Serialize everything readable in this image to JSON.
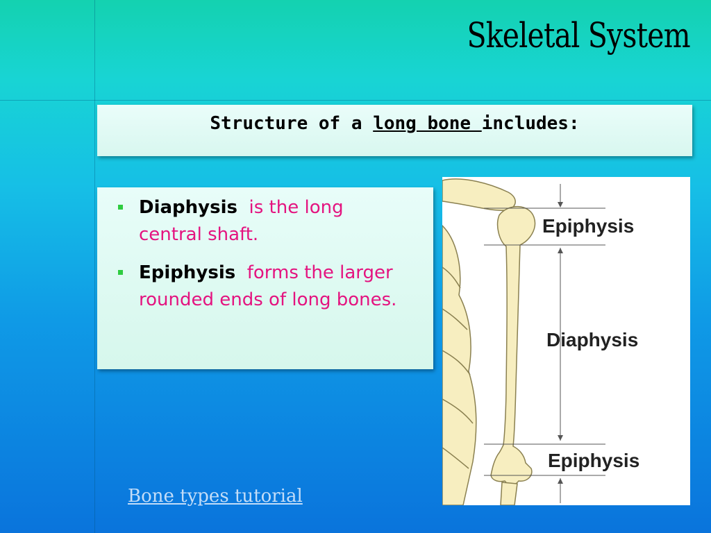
{
  "slide": {
    "title": "Skeletal System",
    "subtitle": {
      "prefix": "Structure of a ",
      "underlined": "long bone ",
      "suffix": "includes:"
    },
    "bullets": [
      {
        "term": "Diaphysis",
        "description": "is the long central shaft."
      },
      {
        "term": "Epiphysis",
        "description": "forms the larger rounded ends of long bones."
      }
    ],
    "figure": {
      "labels": {
        "top": "Epiphysis",
        "middle": "Diaphysis",
        "bottom": "Epiphysis"
      }
    },
    "link": {
      "label": "Bone types tutorial"
    }
  },
  "colors": {
    "bullet_description": "#e4137f",
    "bullet_marker": "#2ecc40",
    "bone": "#f7eec0",
    "link": "#c3ddf8"
  }
}
